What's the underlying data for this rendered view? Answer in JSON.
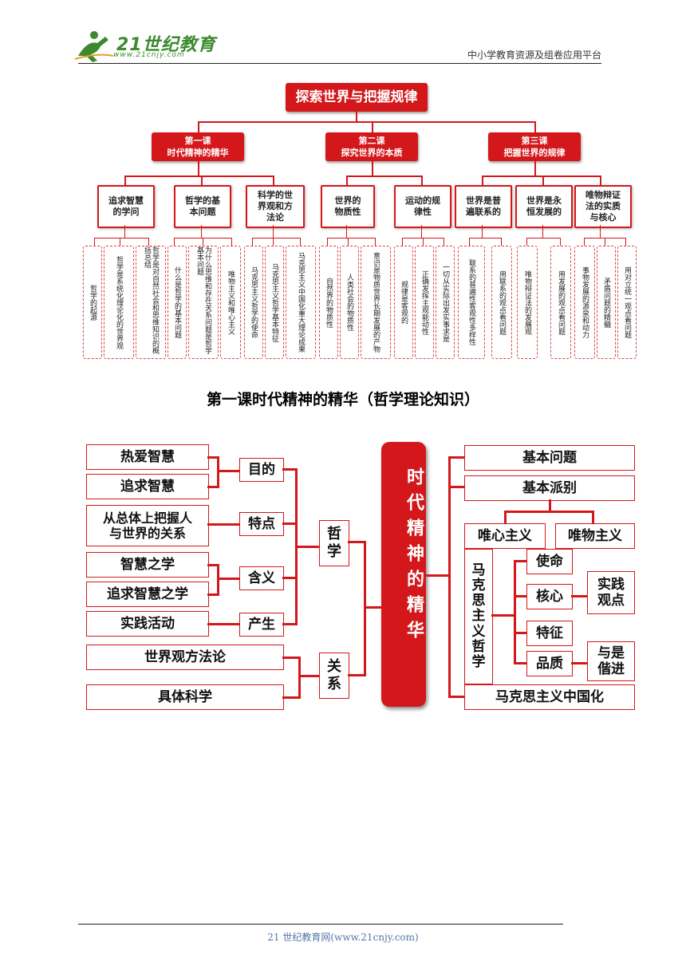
{
  "header": {
    "logo_text": "21世纪教育",
    "logo_url": "www.21cnjy.com",
    "right_text": "中小学教育资源及组卷应用平台"
  },
  "top_diagram": {
    "title": "探索世界与把握规律",
    "lessons": [
      {
        "label": "第一课\n时代精神的精华"
      },
      {
        "label": "第二课\n探究世界的本质"
      },
      {
        "label": "第三课\n把握世界的规律"
      }
    ],
    "topics": [
      "追求智慧\n的学问",
      "哲学的基\n本问题",
      "科学的世\n界观和方\n法论",
      "世界的\n物质性",
      "运动的规\n律性",
      "世界是普\n遍联系的",
      "世界是永\n恒发展的",
      "唯物辩证\n法的实质\n与核心"
    ],
    "leaves": [
      "哲学的起源",
      "哲学是系统化理论化的世界观",
      "哲学是对自然社会和思维知识的概括总结",
      "什么是哲学的基本问题",
      "为什么思维和存在关系问题是哲学基本问题",
      "唯物主义和唯心主义",
      "马克思主义哲学的使命",
      "马克思主义哲学基本特征",
      "马克思主义中国化重大理论成果",
      "自然界的物质性",
      "人类社会的物质性",
      "意识是物质世界长期发展的产物",
      "规律是客观的",
      "正确发挥主观能动性",
      "一切从实际出发实事求是",
      "联系的普遍性客观性多样性",
      "用联系的观点看问题",
      "唯物辩证法的发展观",
      "用发展的观点看问题",
      "事物发展的源泉和动力",
      "矛盾问题的精髓",
      "用对立统一观点看问题"
    ]
  },
  "section_title": "第一课时代精神的精华（哲学理论知识）",
  "mind_map": {
    "center": "时代精神的精华",
    "left_leaves": [
      "热爱智慧",
      "追求智慧",
      "从总体上把握人\n与世界的关系",
      "智慧之学",
      "追求智慧之学",
      "实践活动",
      "世界观方法论",
      "具体科学"
    ],
    "left_mid": [
      "目的",
      "特点",
      "含义",
      "产生"
    ],
    "philosophy": "哲\n学",
    "relation": "关\n系",
    "right": {
      "basic_question": "基本问题",
      "basic_schools": "基本派别",
      "idealism": "唯心主义",
      "materialism": "唯物主义",
      "marxism": "马\n克\n思\n主\n义\n哲\n学",
      "mission": "使命",
      "core": "核心",
      "feature": "特征",
      "quality": "品质",
      "practice_view": "实践\n观点",
      "advance": "与是\n偕进",
      "sinicization": "马克思主义中国化"
    }
  },
  "footer": "21 世纪教育网(www.21cnjy.com)",
  "colors": {
    "accent": "#d4171b",
    "logo_green": "#3b8a2e"
  }
}
